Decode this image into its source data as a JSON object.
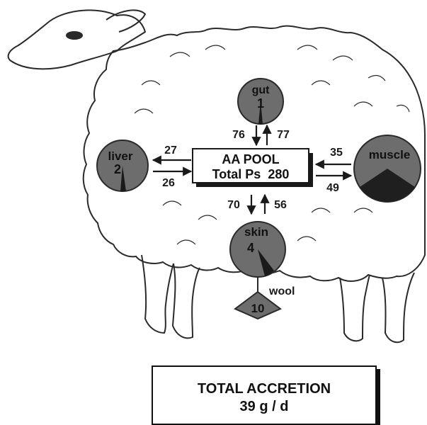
{
  "organs": {
    "gut": {
      "name": "gut",
      "value": "1"
    },
    "liver": {
      "name": "liver",
      "value": "2"
    },
    "muscle": {
      "name": "muscle"
    },
    "skin": {
      "name": "skin",
      "value": "4"
    },
    "wool": {
      "name": "wool",
      "value": "10"
    }
  },
  "pool": {
    "line1": "AA POOL",
    "line2": "Total Ps  280"
  },
  "flows": {
    "gut_in": "76",
    "gut_out": "77",
    "liver_top": "27",
    "liver_bottom": "26",
    "muscle_top": "35",
    "muscle_bottom": "49",
    "skin_in": "70",
    "skin_out": "56"
  },
  "accretion": {
    "line1": "TOTAL ACCRETION",
    "line2": "39 g / d"
  },
  "colors": {
    "organ_fill": "#6d6d6d",
    "organ_dark": "#222222",
    "outline": "#2a2a2a"
  }
}
